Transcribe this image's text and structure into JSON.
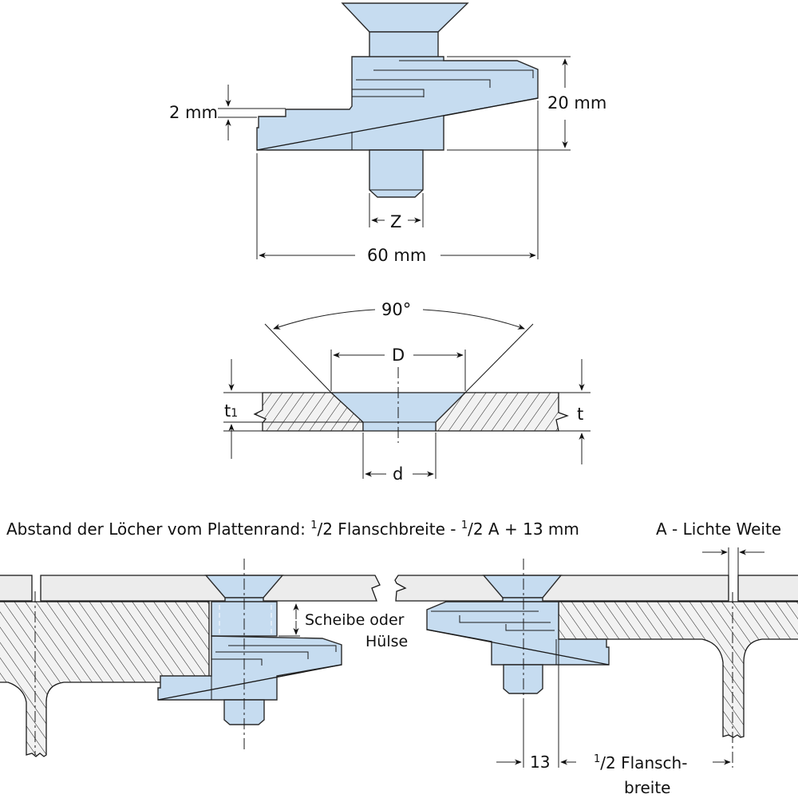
{
  "colors": {
    "part_blue": "#c6dcf0",
    "plate_gray": "#ececec",
    "line": "#1a1a1a"
  },
  "top_clamp": {
    "label_height_step": "2 mm",
    "label_height_total": "20 mm",
    "label_length": "60 mm",
    "label_bolt": "Z"
  },
  "countersink": {
    "label_angle": "90°",
    "label_D": "D",
    "label_d": "d",
    "label_t1_main": "t",
    "label_t1_sub": "1",
    "label_t": "t"
  },
  "bottom": {
    "formula": {
      "prefix": "Abstand der Löcher vom Plattenrand: ",
      "half1_num": "1",
      "half1_den": "2",
      "mid": " Flanschbreite - ",
      "half2_num": "1",
      "half2_den": "2",
      "suffix": " A + 13 mm"
    },
    "legend_A": "A - Lichte Weite",
    "label_washer_line1": "Scheibe oder",
    "label_washer_line2": "Hülse",
    "label_13": "13",
    "half_flange": {
      "num": "1",
      "den": "2",
      "line1": " Flansch-",
      "line2": "breite"
    }
  }
}
